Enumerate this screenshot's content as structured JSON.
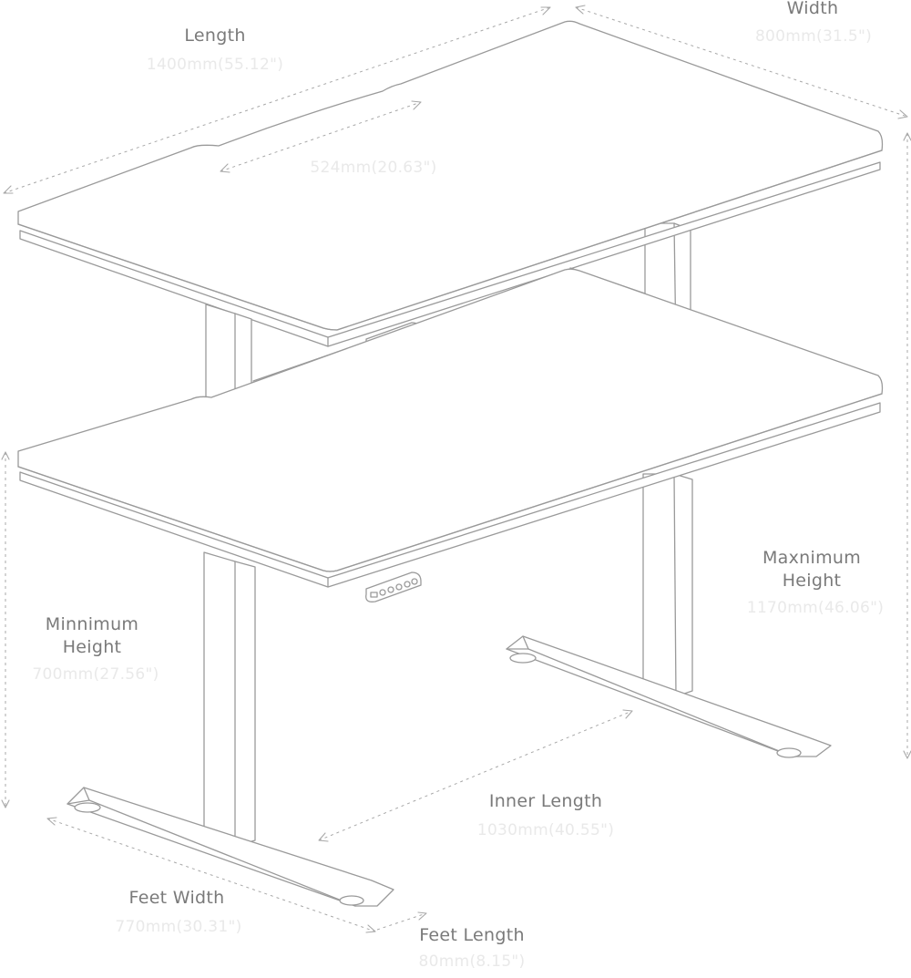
{
  "dimensions": {
    "length": {
      "label": "Length",
      "value": "1400mm(55.12\")"
    },
    "width": {
      "label": "Width",
      "value": "800mm(31.5\")"
    },
    "cutout": {
      "value": "524mm(20.63\")"
    },
    "max_height": {
      "label": "Maxnimum\nHeight",
      "value": "1170mm(46.06\")"
    },
    "min_height": {
      "label": "Minnimum\nHeight",
      "value": "700mm(27.56\")"
    },
    "inner_length": {
      "label": "Inner Length",
      "value": "1030mm(40.55\")"
    },
    "feet_width": {
      "label": "Feet Width",
      "value": "770mm(30.31\")"
    },
    "feet_length": {
      "label": "Feet Length",
      "value": "80mm(8.15\")"
    }
  },
  "colors": {
    "line": "#9a9a9a",
    "label": "#7a7a7a",
    "value": "#e9e9e9"
  }
}
